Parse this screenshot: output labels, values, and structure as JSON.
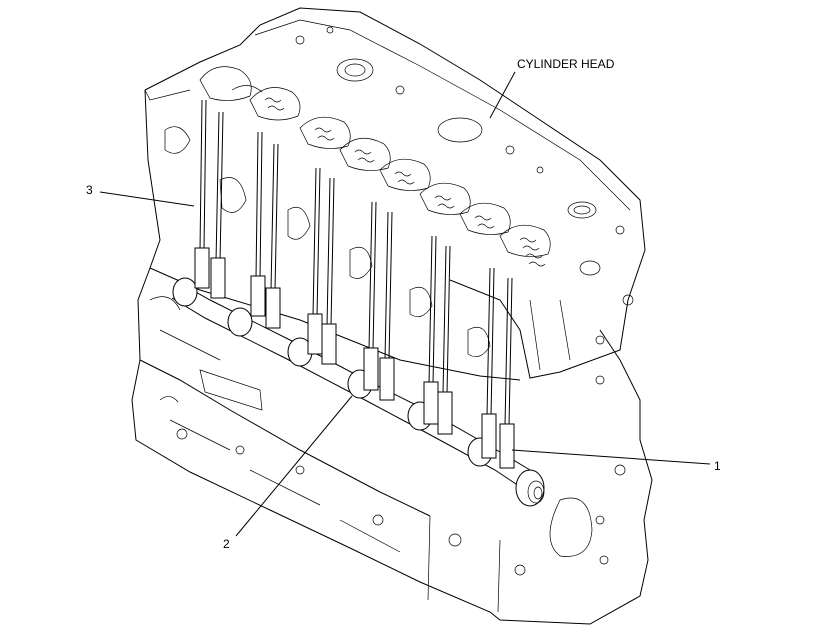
{
  "callouts": {
    "cylinder_head": "CYLINDER HEAD",
    "c1": "1",
    "c2": "2",
    "c3": "3"
  }
}
